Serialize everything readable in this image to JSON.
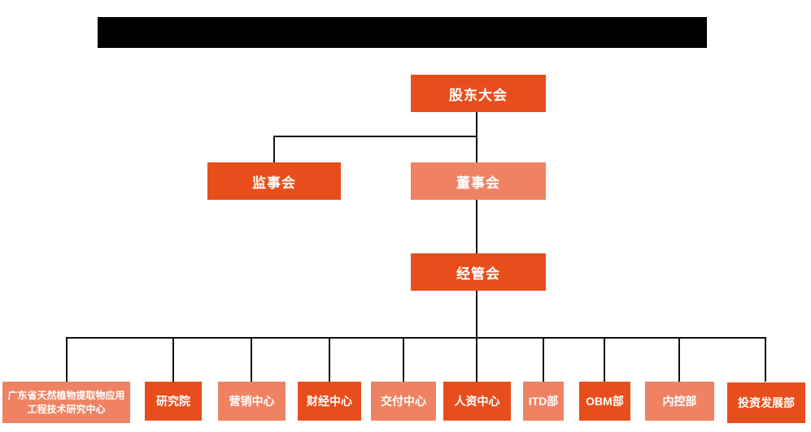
{
  "title_bar": {
    "note": "redacted-black-bar"
  },
  "org_chart": {
    "colors": {
      "dark": "#E84E1B",
      "light": "#EE8263",
      "line": "#111111",
      "text": "#FFFFFF"
    },
    "root": {
      "label": "股东大会",
      "variant": "dark"
    },
    "level2": [
      {
        "label": "监事会",
        "variant": "dark"
      },
      {
        "label": "董事会",
        "variant": "light"
      }
    ],
    "level3": {
      "label": "经管会",
      "variant": "dark"
    },
    "departments": [
      {
        "label": "广东省天然植物提取物应用工程技术研究中心",
        "variant": "light"
      },
      {
        "label": "研究院",
        "variant": "dark"
      },
      {
        "label": "营销中心",
        "variant": "light"
      },
      {
        "label": "财经中心",
        "variant": "dark"
      },
      {
        "label": "交付中心",
        "variant": "light"
      },
      {
        "label": "人资中心",
        "variant": "dark"
      },
      {
        "label": "ITD部",
        "variant": "light"
      },
      {
        "label": "OBM部",
        "variant": "dark"
      },
      {
        "label": "内控部",
        "variant": "light"
      },
      {
        "label": "投资发展部",
        "variant": "dark"
      }
    ]
  }
}
